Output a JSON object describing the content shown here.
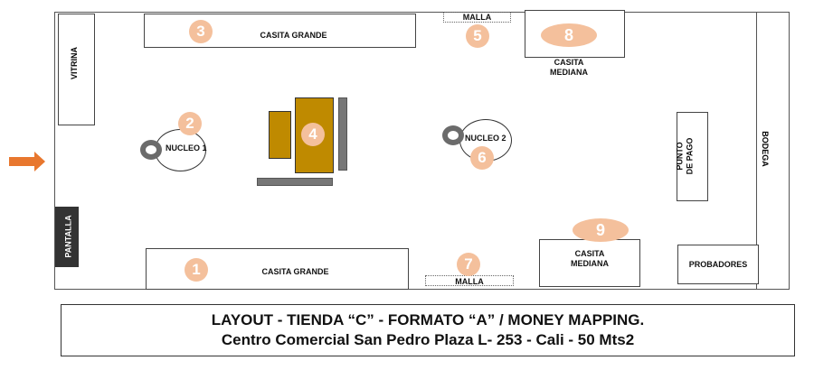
{
  "plan": {
    "vitrina": "VITRINA",
    "pantalla": "PANTALLA",
    "bodega": "BODEGA",
    "punto_de_pago": [
      "PUNTO",
      "DE PAGO"
    ],
    "probadores": "PROBADORES",
    "casita_grande_top": "CASITA GRANDE",
    "casita_grande_bottom": "CASITA GRANDE",
    "casita_mediana_top": [
      "CASITA",
      "MEDIANA"
    ],
    "casita_mediana_bottom": [
      "CASITA",
      "MEDIANA"
    ],
    "malla_top": "MALLA",
    "malla_bottom": "MALLA",
    "nucleo_1": "NUCLEO 1",
    "nucleo_2": "NUCLEO 2",
    "badges": [
      "1",
      "2",
      "3",
      "4",
      "5",
      "6",
      "7",
      "8",
      "9"
    ]
  },
  "colors": {
    "badge": "#f4c09c",
    "arrow": "#e8772e",
    "table": "#bf8a00",
    "pantalla": "#333333"
  },
  "title": {
    "line1": "LAYOUT - TIENDA “C” - FORMATO “A” / MONEY MAPPING.",
    "line2": "Centro Comercial San Pedro Plaza L- 253  - Cali - 50 Mts2"
  }
}
